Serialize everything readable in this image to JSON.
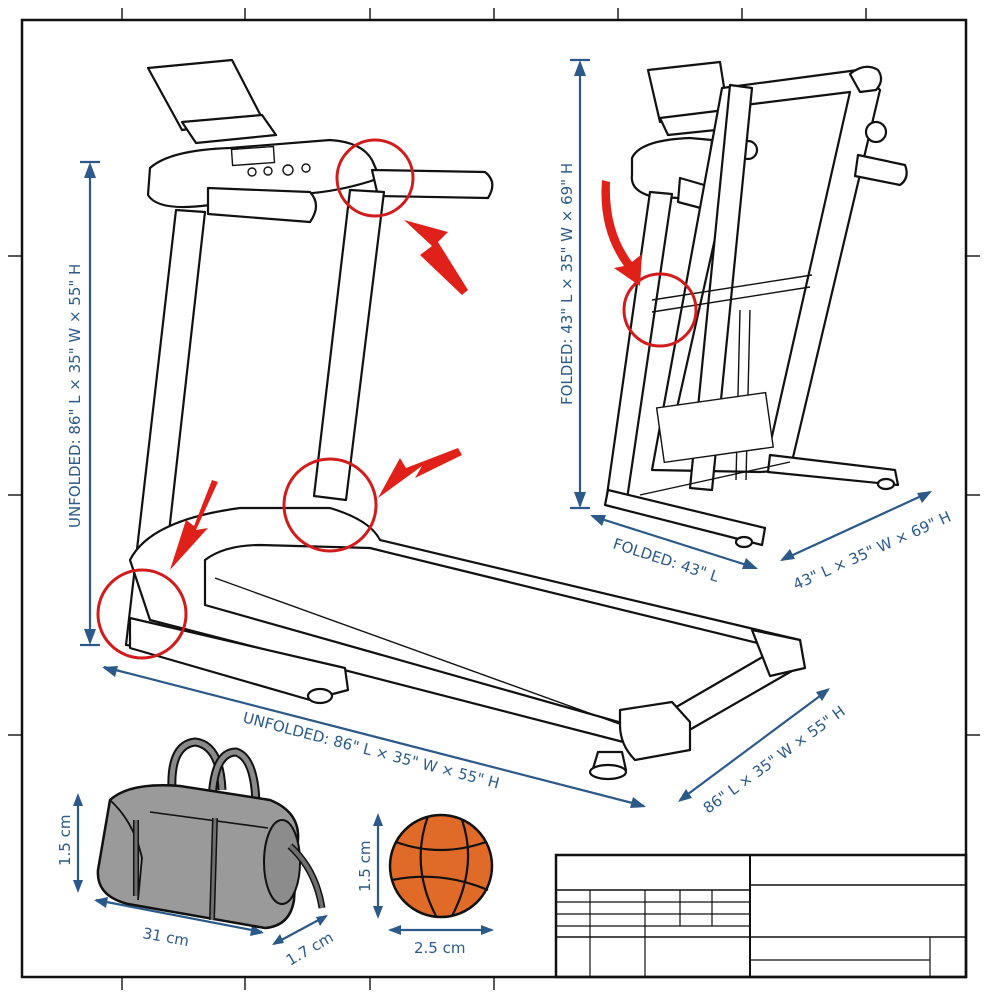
{
  "colors": {
    "dimension": "#2b5a8a",
    "highlight": "#d11c1c",
    "basketball": "#e06a28",
    "bag": "#9a9a9a",
    "line": "#111111"
  },
  "labels": {
    "unfolded_vertical": "UNFOLDED: 86\" L × 35\" W × 55\" H",
    "unfolded_length": "UNFOLDED: 86\" L × 35\" W × 55\" H",
    "unfolded_width": "86\" L × 35\" W × 55\" H",
    "folded_vertical": "FOLDED: 43\" L × 35\" W × 69\" H",
    "folded_length": "FOLDED: 43\" L",
    "folded_width": "43\" L × 35\" W × 69\" H",
    "bag_height": "1.5 cm",
    "bag_length": "31 cm",
    "bag_width": "1.7 cm",
    "ball_height": "1.5 cm",
    "ball_width": "2.5 cm"
  },
  "icons": {
    "treadmill_unfolded": "treadmill-unfolded-icon",
    "treadmill_folded": "treadmill-folded-icon",
    "duffel_bag": "duffel-bag-icon",
    "basketball": "basketball-icon",
    "highlight_arrow": "red-arrow-icon"
  }
}
